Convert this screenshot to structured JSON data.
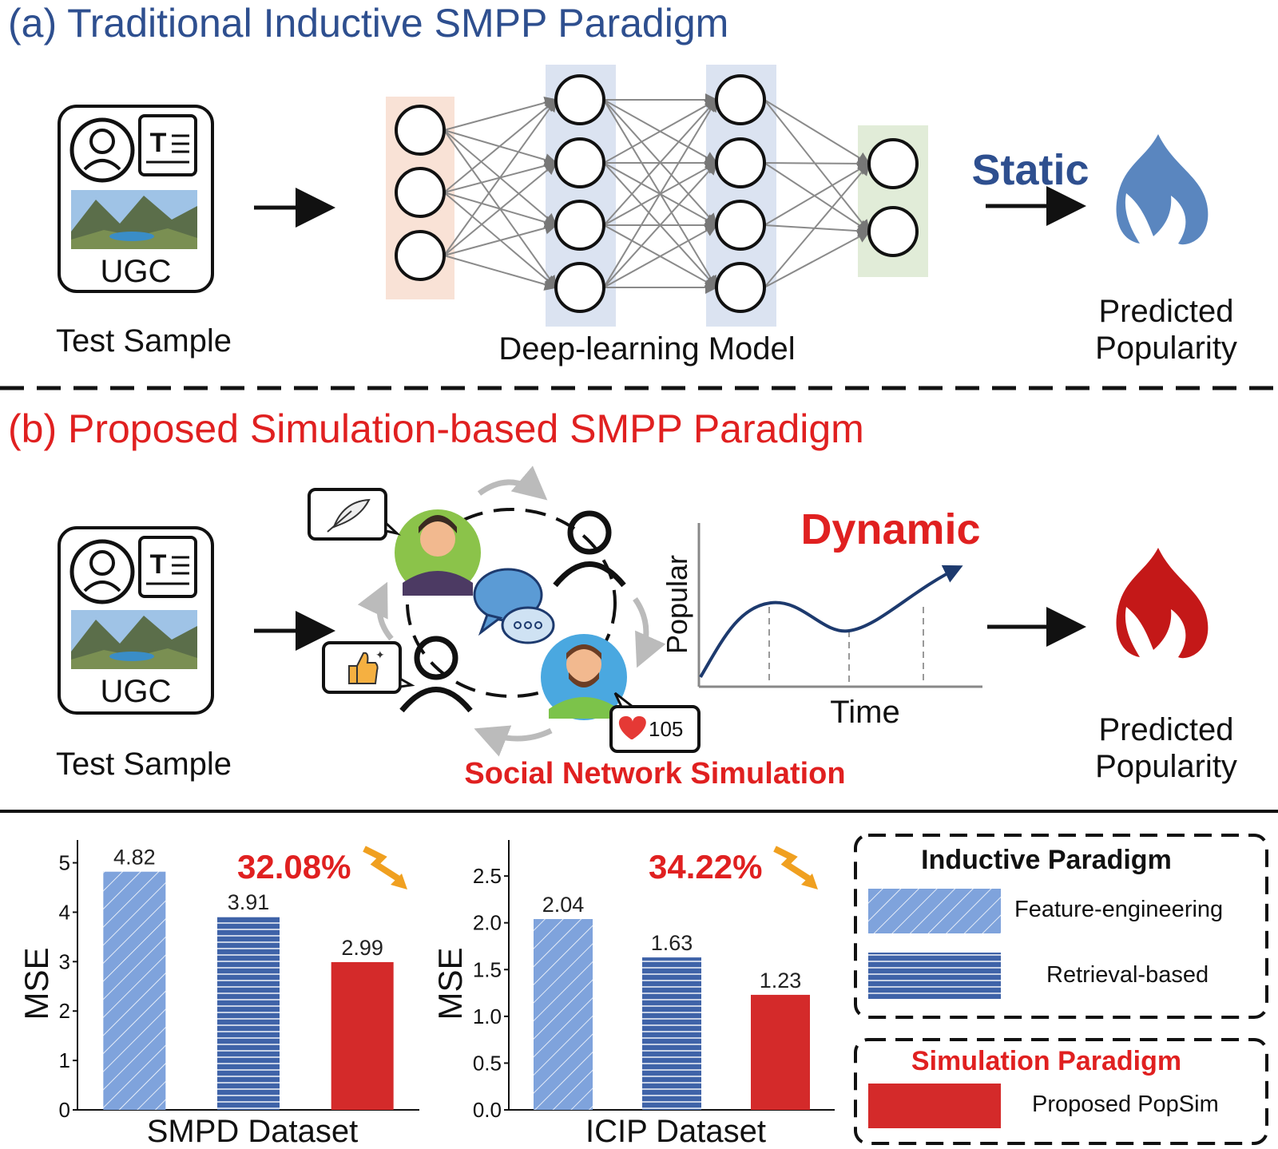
{
  "section_a": {
    "title": "(a) Traditional Inductive SMPP Paradigm",
    "test_sample": "Test Sample",
    "ugc": "UGC",
    "model_label": "Deep-learning Model",
    "static_label": "Static",
    "output_label_line1": "Predicted",
    "output_label_line2": "Popularity"
  },
  "section_b": {
    "title": "(b) Proposed Simulation-based SMPP Paradigm",
    "test_sample": "Test Sample",
    "ugc": "UGC",
    "dynamic_label": "Dynamic",
    "simulation_label": "Social Network Simulation",
    "like_count": "105",
    "curve_ylabel": "Popular",
    "curve_xlabel": "Time",
    "output_label_line1": "Predicted",
    "output_label_line2": "Popularity"
  },
  "icons": [
    "user-icon",
    "text-document-icon",
    "landscape-image-icon",
    "flame-icon",
    "feather-icon",
    "thumbs-up-icon",
    "chat-bubbles-icon",
    "heart-icon"
  ],
  "colors": {
    "blue_title": "#2e4f8f",
    "red_title": "#e02020",
    "feature_bar": "#7fa3dc",
    "retrieval_bar": "#3f63a8",
    "popsim_bar": "#d42a2a",
    "static_flame": "#5a86bf",
    "dynamic_flame": "#c41818"
  },
  "legend": {
    "inductive_title": "Inductive Paradigm",
    "feature_label": "Feature-engineering",
    "retrieval_label": "Retrieval-based",
    "simulation_title": "Simulation Paradigm",
    "popsim_label": "Proposed PopSim"
  },
  "chart_data": [
    {
      "type": "bar",
      "xlabel": "SMPD Dataset",
      "ylabel": "MSE",
      "ylim": [
        0,
        5.3
      ],
      "yticks": [
        "0",
        "1",
        "2",
        "3",
        "4",
        "5"
      ],
      "categories": [
        "Feature-engineering",
        "Retrieval-based",
        "Proposed PopSim"
      ],
      "values": [
        4.82,
        3.91,
        2.99
      ],
      "value_labels": [
        "4.82",
        "3.91",
        "2.99"
      ],
      "annotation": "32.08%",
      "grid": false
    },
    {
      "type": "bar",
      "xlabel": "ICIP Dataset",
      "ylabel": "MSE",
      "ylim": [
        0,
        2.8
      ],
      "yticks": [
        "0.0",
        "0.5",
        "1.0",
        "1.5",
        "2.0",
        "2.5"
      ],
      "categories": [
        "Feature-engineering",
        "Retrieval-based",
        "Proposed PopSim"
      ],
      "values": [
        2.04,
        1.63,
        1.23
      ],
      "value_labels": [
        "2.04",
        "1.63",
        "1.23"
      ],
      "annotation": "34.22%",
      "grid": false
    }
  ]
}
